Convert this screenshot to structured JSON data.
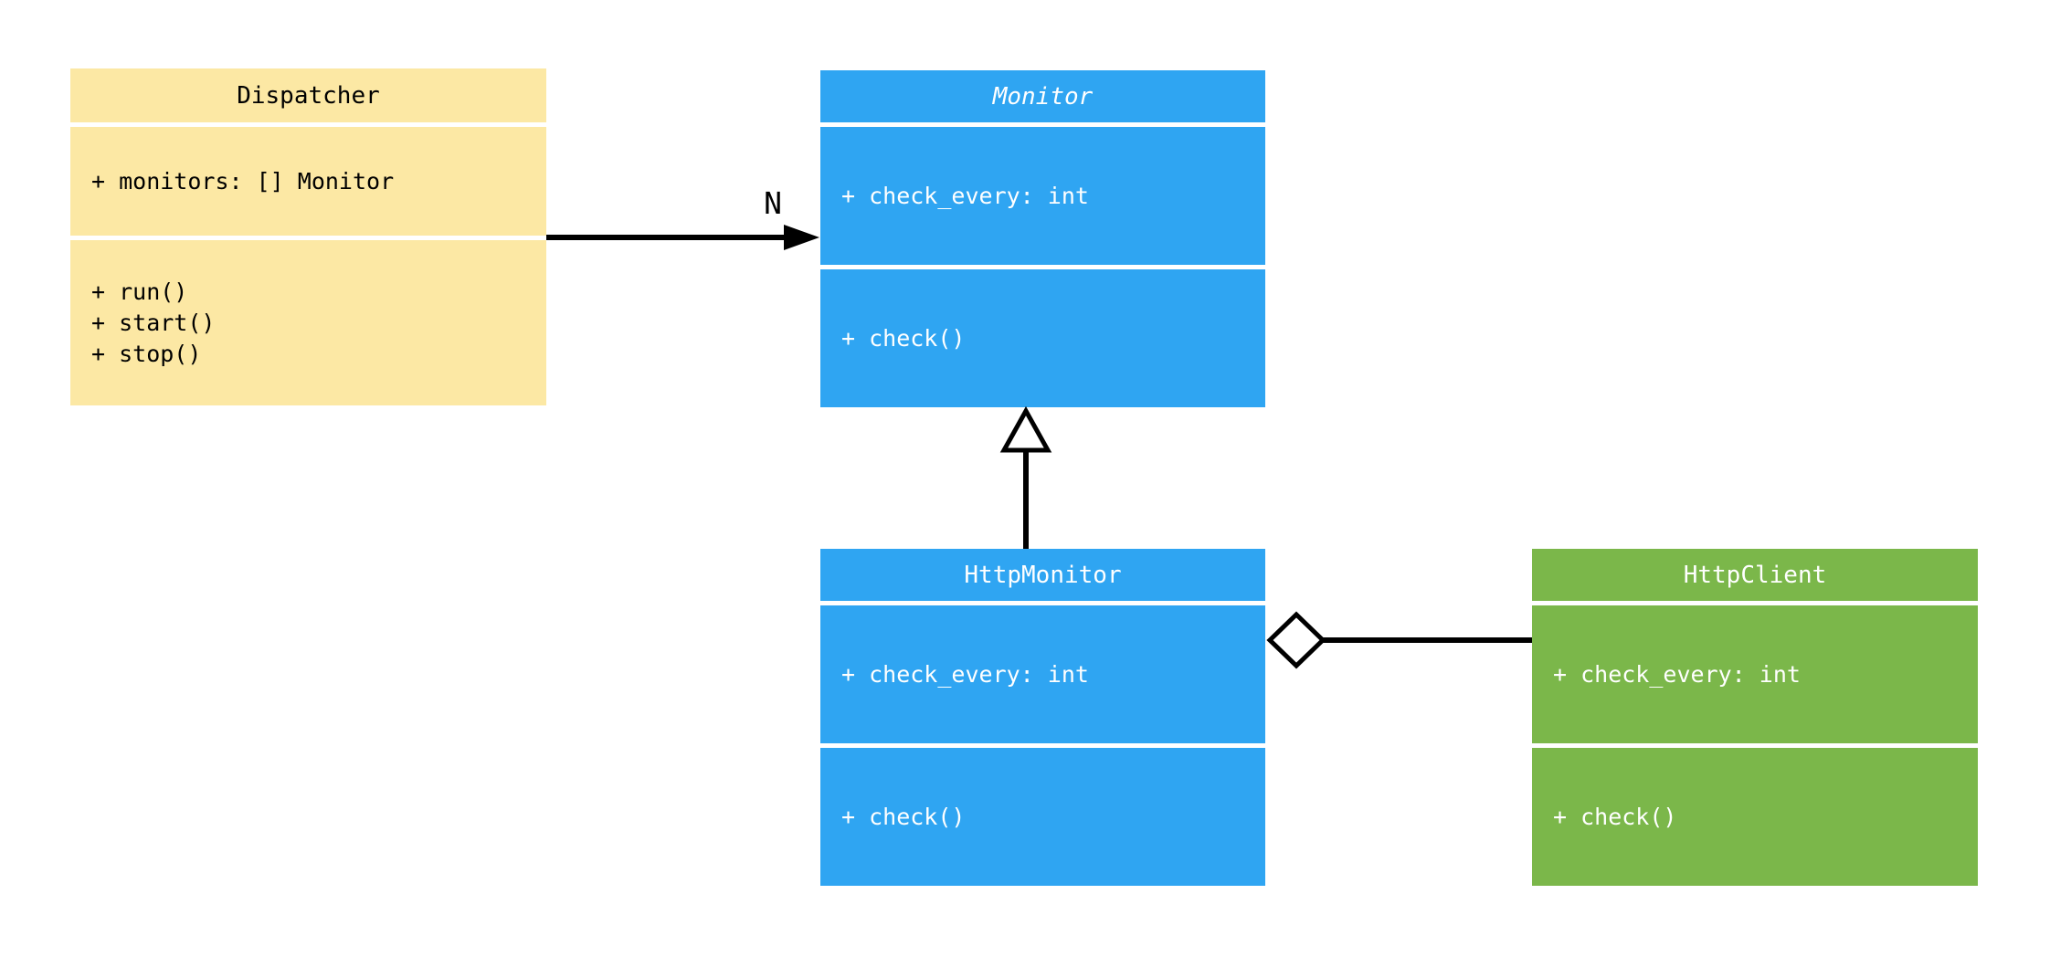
{
  "diagram": {
    "background_color": "#ffffff",
    "line_color": "#000000",
    "classes": {
      "dispatcher": {
        "name": "Dispatcher",
        "fill_color": "#FCE8A4",
        "text_color": "#000000",
        "abstract": false,
        "attributes": [
          "+ monitors: [] Monitor"
        ],
        "methods": [
          "+ run()",
          "+ start()",
          "+ stop()"
        ]
      },
      "monitor": {
        "name": "Monitor",
        "fill_color": "#2FA5F2",
        "text_color": "#ffffff",
        "abstract": true,
        "attributes": [
          "+ check_every: int"
        ],
        "methods": [
          "+ check()"
        ]
      },
      "http_monitor": {
        "name": "HttpMonitor",
        "fill_color": "#2FA5F2",
        "text_color": "#ffffff",
        "abstract": false,
        "attributes": [
          "+ check_every: int"
        ],
        "methods": [
          "+ check()"
        ]
      },
      "http_client": {
        "name": "HttpClient",
        "fill_color": "#7BB74A",
        "text_color": "#ffffff",
        "abstract": false,
        "attributes": [
          "+ check_every: int"
        ],
        "methods": [
          "+ check()"
        ]
      }
    },
    "relationships": [
      {
        "type": "association",
        "from": "Dispatcher",
        "to": "Monitor",
        "label": "N"
      },
      {
        "type": "inheritance",
        "from": "HttpMonitor",
        "to": "Monitor",
        "label": ""
      },
      {
        "type": "aggregation",
        "from": "HttpMonitor",
        "to": "HttpClient",
        "label": ""
      }
    ]
  }
}
